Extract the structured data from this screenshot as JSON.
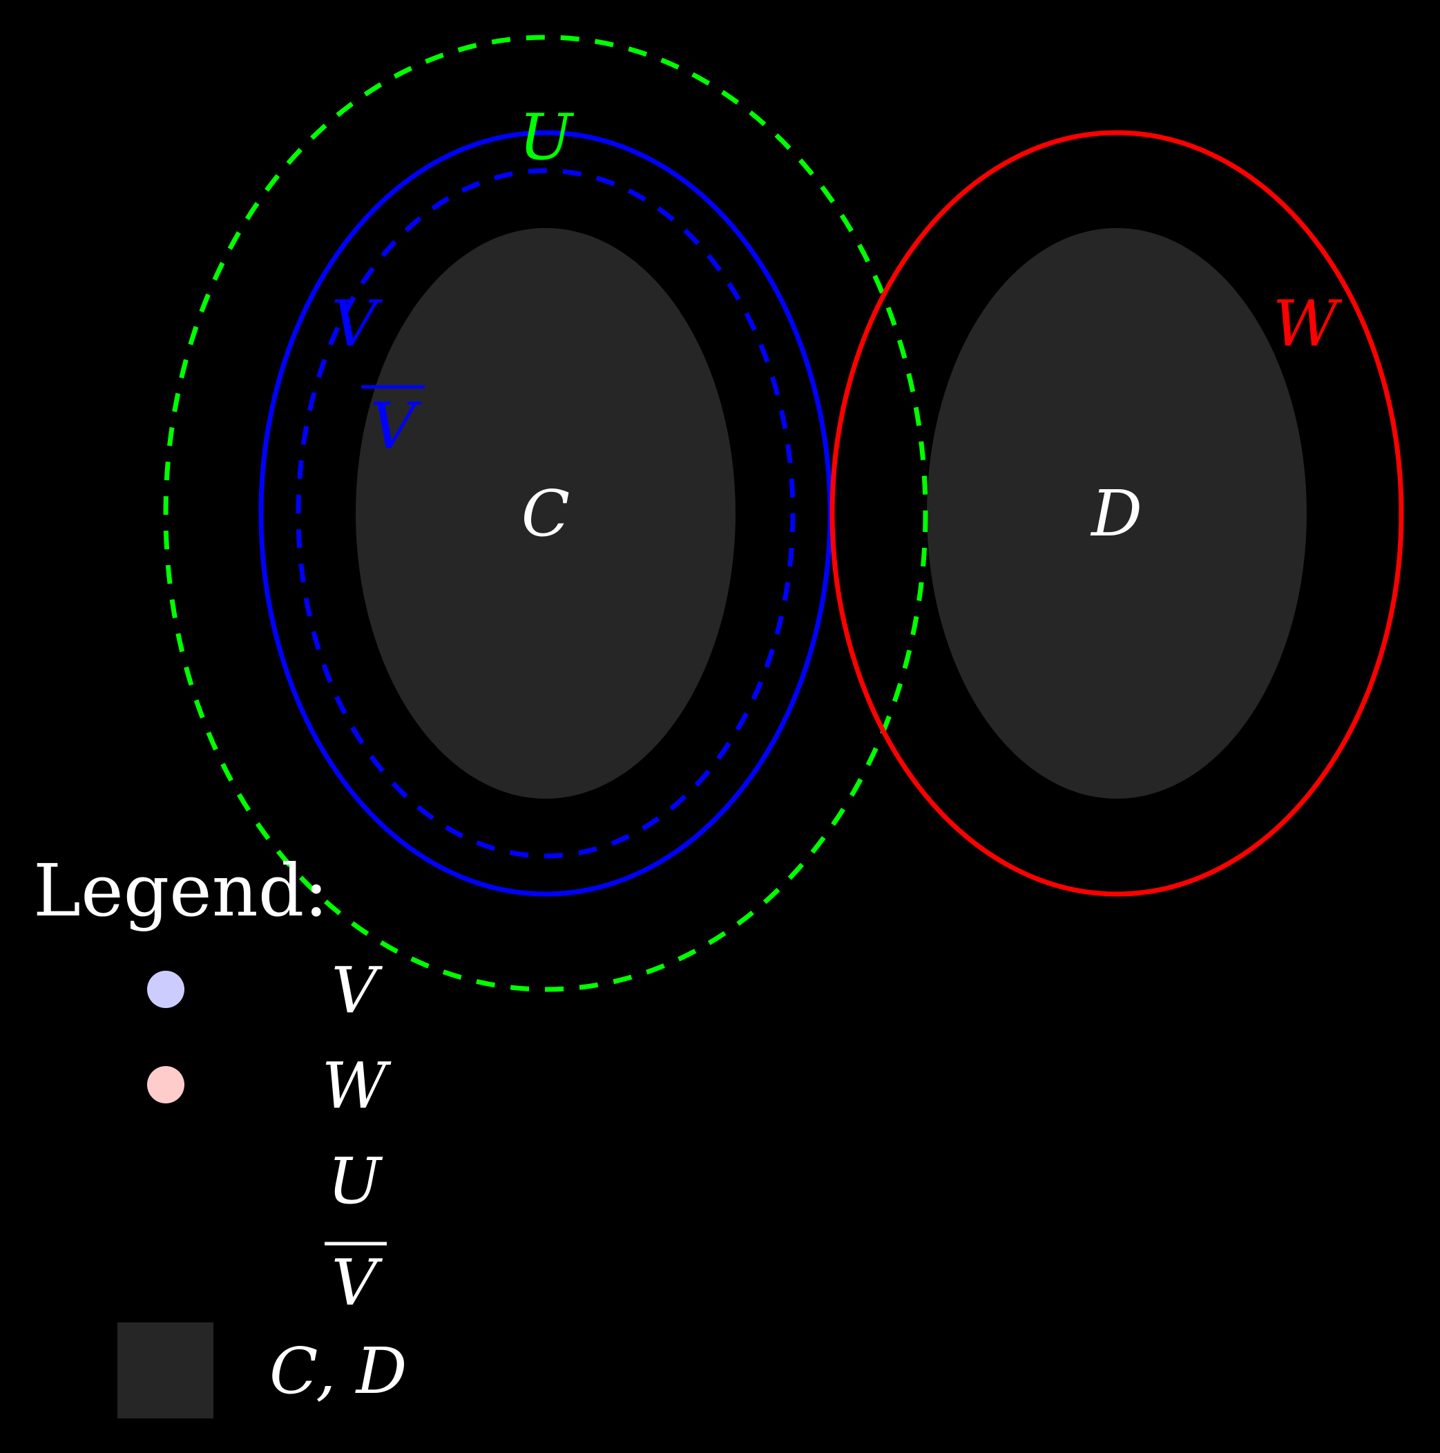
{
  "colors": {
    "background": "#000000",
    "set_fill": "#262626",
    "V": "#0000ff",
    "V_closure": "#0000ff",
    "U": "#00ff00",
    "W": "#ff0000",
    "text": "#ffffff",
    "legend_V_dot": "#ccccff",
    "legend_W_dot": "#ffcccc"
  },
  "sets": {
    "C": {
      "label": "C"
    },
    "D": {
      "label": "D"
    },
    "V": {
      "label": "V",
      "style": "solid"
    },
    "V_closure": {
      "label": "V",
      "overline": true,
      "style": "dashed"
    },
    "U": {
      "label": "U",
      "style": "dashed"
    },
    "W": {
      "label": "W",
      "style": "solid"
    }
  },
  "legend": {
    "title": "Legend:",
    "items": [
      {
        "symbol": "dot",
        "color_key": "legend_V_dot",
        "label": "V",
        "overline": false
      },
      {
        "symbol": "dot",
        "color_key": "legend_W_dot",
        "label": "W",
        "overline": false
      },
      {
        "symbol": "none",
        "label": "U",
        "overline": false
      },
      {
        "symbol": "none",
        "label": "V",
        "overline": true
      },
      {
        "symbol": "square",
        "color_key": "set_fill",
        "label": "C, D",
        "overline": false
      }
    ]
  }
}
